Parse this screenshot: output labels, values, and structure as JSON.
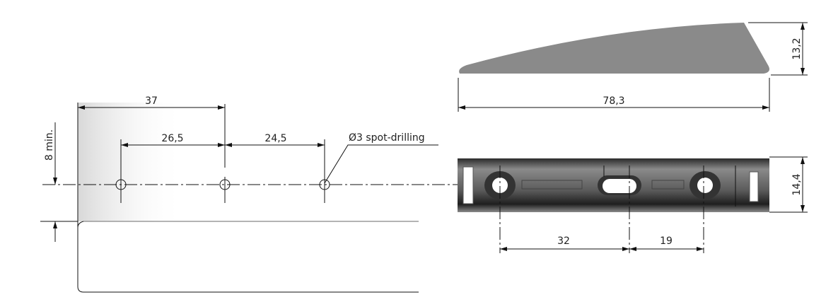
{
  "left_view": {
    "dim_37": "37",
    "dim_26_5": "26,5",
    "dim_24_5": "24,5",
    "dim_8_min": "8 min.",
    "spot_drilling_label": "Ø3 spot-drilling"
  },
  "side_profile": {
    "dim_78_3": "78,3",
    "dim_13_2": "13,2"
  },
  "bracket_view": {
    "dim_32": "32",
    "dim_19": "19",
    "dim_14_4": "14,4"
  },
  "colors": {
    "line": "#111111",
    "part_fill": "#8a8a8a",
    "part_dark": "#3a3a3a"
  }
}
